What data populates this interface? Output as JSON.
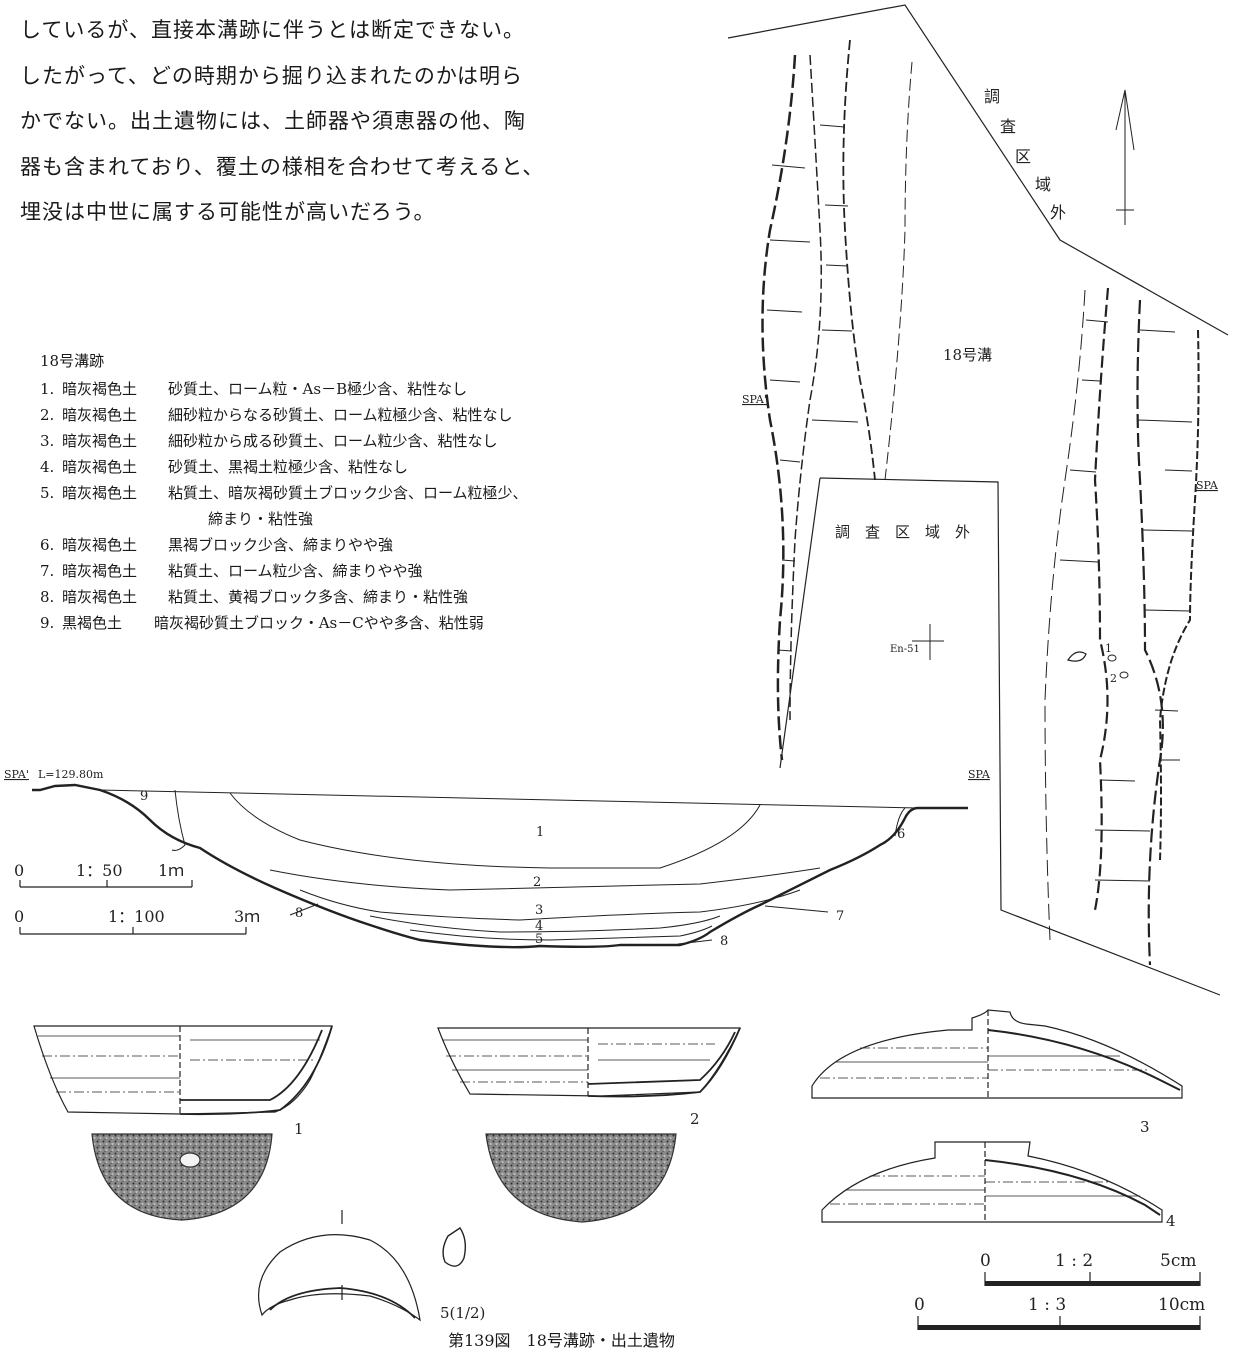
{
  "intro_lines": [
    "しているが、直接本溝跡に伴うとは断定できない。",
    "したがって、どの時期から掘り込まれたのかは明ら",
    "かでない。出土遺物には、土師器や須恵器の他、陶",
    "器も含まれており、覆土の様相を合わせて考えると、",
    "埋没は中世に属する可能性が高いだろう。"
  ],
  "legend": {
    "title": "18号溝跡",
    "layers": [
      {
        "num": "1.",
        "soil": "暗灰褐色土",
        "desc": "砂質土、ローム粒・As－B極少含、粘性なし"
      },
      {
        "num": "2.",
        "soil": "暗灰褐色土",
        "desc": "細砂粒からなる砂質土、ローム粒極少含、粘性なし"
      },
      {
        "num": "3.",
        "soil": "暗灰褐色土",
        "desc": "細砂粒から成る砂質土、ローム粒少含、粘性なし"
      },
      {
        "num": "4.",
        "soil": "暗灰褐色土",
        "desc": "砂質土、黒褐土粒極少含、粘性なし"
      },
      {
        "num": "5.",
        "soil": "暗灰褐色土",
        "desc": "粘質土、暗灰褐砂質土ブロック少含、ローム粒極少、",
        "cont": "締まり・粘性強"
      },
      {
        "num": "6.",
        "soil": "暗灰褐色土",
        "desc": "黒褐ブロック少含、締まりやや強"
      },
      {
        "num": "7.",
        "soil": "暗灰褐色土",
        "desc": "粘質土、ローム粒少含、締まりやや強"
      },
      {
        "num": "8.",
        "soil": "暗灰褐色土",
        "desc": "粘質土、黄褐ブロック多含、締まり・粘性強"
      },
      {
        "num": "9.",
        "soil": "黒褐色土",
        "desc": "暗灰褐砂質土ブロック・As－Cやや多含、粘性弱"
      }
    ]
  },
  "plan": {
    "outside_area_vertical": [
      "調",
      "査",
      "区",
      "域",
      "外"
    ],
    "outside_area_horizontal": "調　査　区　域　外",
    "ditch_label": "18号溝",
    "spa_prime": "SPA'",
    "spa": "SPA",
    "benchmark": "En-51",
    "find_1": "1",
    "find_2": "2"
  },
  "section": {
    "spa_prime": "SPA'",
    "spa": "SPA",
    "level": "L=129.80m",
    "layer_labels": [
      "1",
      "2",
      "3",
      "4",
      "5",
      "6",
      "7",
      "8",
      "8",
      "9"
    ],
    "scale_50": {
      "zero": "0",
      "ratio": "1：50",
      "end": "1ｍ"
    },
    "scale_100": {
      "zero": "0",
      "ratio": "1：100",
      "end": "3ｍ"
    }
  },
  "artifacts": {
    "labels": [
      "1",
      "2",
      "3",
      "4",
      "5(1/2)"
    ],
    "scale_2": {
      "zero": "0",
      "ratio": "1 : 2",
      "end": "5cm"
    },
    "scale_3": {
      "zero": "0",
      "ratio": "1 : 3",
      "end": "10cm"
    }
  },
  "caption": "第139図　18号溝跡・出土遺物"
}
